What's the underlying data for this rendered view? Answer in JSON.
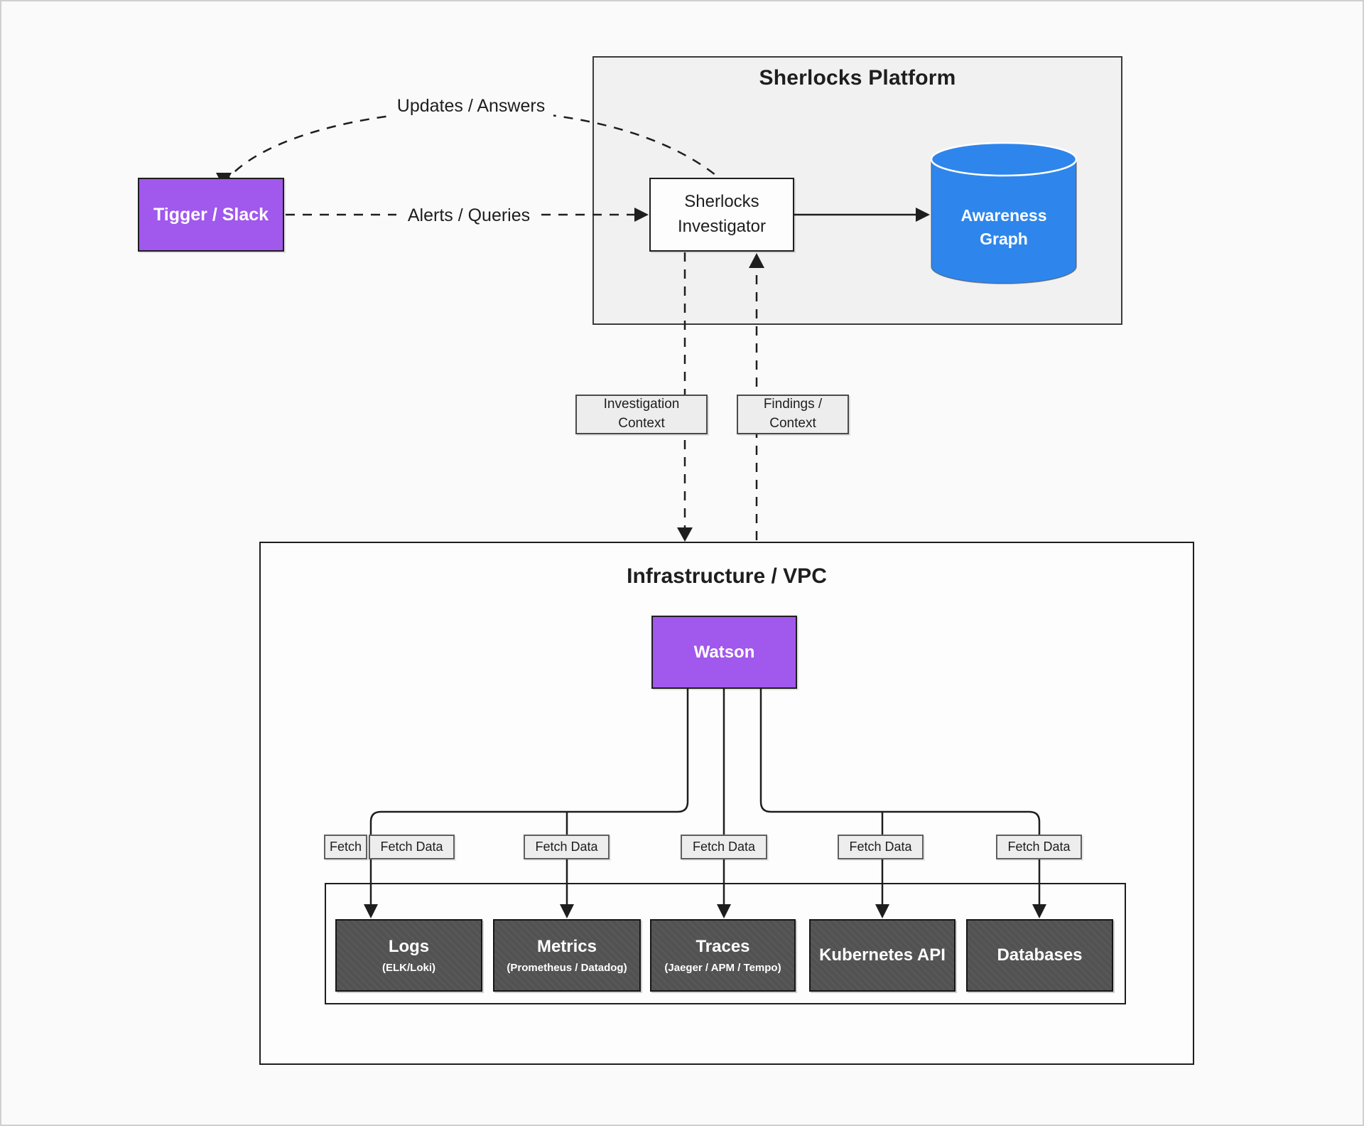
{
  "palette": {
    "bg": "#fafafa",
    "ink": "#1e1e1e",
    "purple": "#a158ec",
    "blue": "#2e86ec",
    "dark": "#525252",
    "panel": "#f1f1f1",
    "label_bg": "#ededed"
  },
  "containers": {
    "platform_title": "Sherlocks Platform",
    "infrastructure_title": "Infrastructure / VPC"
  },
  "nodes": {
    "trigger": "Tigger / Slack",
    "investigator": "Sherlocks\nInvestigator",
    "awareness": "Awareness\nGraph",
    "watson": "Watson"
  },
  "edges": {
    "updates": "Updates / Answers",
    "alerts": "Alerts / Queries",
    "investigation_context": "Investigation\nContext",
    "findings_context": "Findings /\nContext",
    "fetch": "Fetch",
    "fetch_data": "Fetch Data"
  },
  "sources": [
    {
      "name": "Logs",
      "subtitle": "(ELK/Loki)"
    },
    {
      "name": "Metrics",
      "subtitle": "(Prometheus / Datadog)"
    },
    {
      "name": "Traces",
      "subtitle": "(Jaeger / APM / Tempo)"
    },
    {
      "name": "Kubernetes API",
      "subtitle": ""
    },
    {
      "name": "Databases",
      "subtitle": ""
    }
  ]
}
